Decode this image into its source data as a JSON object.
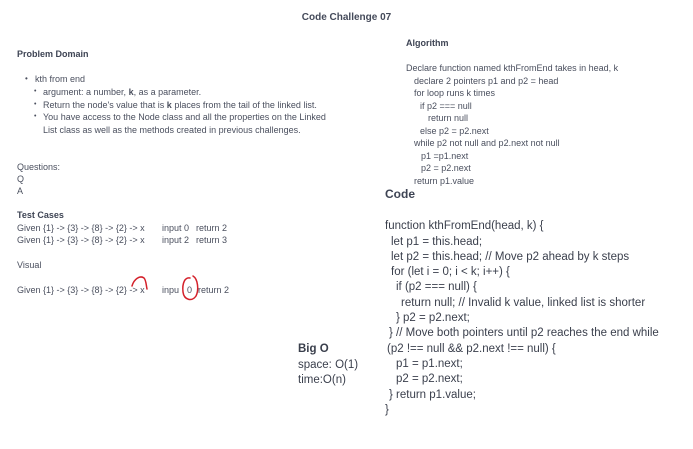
{
  "title": "Code Challenge 07",
  "problem_domain": {
    "heading": "Problem Domain",
    "bullet": "kth from end",
    "sub_bullets": [
      {
        "pre": "argument: a number, ",
        "bold": "k",
        "post": ", as a parameter."
      },
      {
        "pre": "Return the node's value that is ",
        "bold": "k",
        "post": " places from the tail of the linked list."
      },
      {
        "pre": "You have access to the Node class and all the properties on the Linked List class as well as the methods created in previous challenges.",
        "bold": "",
        "post": ""
      }
    ]
  },
  "questions": {
    "heading": "Questions:",
    "lines": [
      "Q",
      "A"
    ]
  },
  "test_cases": {
    "heading": "Test Cases",
    "rows": [
      {
        "given": "Given {1} -> {3} -> {8} -> {2} -> x",
        "input": "input 0",
        "return": "return 2"
      },
      {
        "given": "Given {1} -> {3} -> {8} -> {2} -> x",
        "input": "input 2",
        "return": "return 3"
      }
    ]
  },
  "visual": {
    "heading": "Visual",
    "given": "Given {1} -> {3} -> {8} -> {2} -> x",
    "input_pre": "inpu",
    "input_val": "0",
    "return": "return 2",
    "annotation_color": "#d4202a"
  },
  "algorithm": {
    "heading": "Algorithm",
    "lines": [
      "Declare function named kthFromEnd takes in head, k",
      "declare 2 pointers p1 and p2 = head",
      "for loop runs k times",
      "if p2 === null",
      "return null",
      "else p2 = p2.next",
      "while p2 not null and p2.next not null",
      "p1 =p1.next",
      "p2 = p2.next",
      "return p1.value"
    ]
  },
  "code": {
    "heading": "Code",
    "lines": [
      "function kthFromEnd(head, k) {",
      "let p1 = this.head;",
      "let p2 = this.head;  // Move p2 ahead by k steps",
      "for (let i = 0; i < k; i++) {",
      "if (p2 === null) {",
      "return null; // Invalid k value, linked list is shorter",
      "}    p2 = p2.next;",
      "}  // Move both pointers until p2 reaches the end while",
      "(p2 !== null && p2.next !== null) {",
      "p1 = p1.next;",
      "p2 = p2.next;",
      "}  return p1.value;",
      "}"
    ]
  },
  "big_o": {
    "heading": "Big O",
    "space": "space: O(1)",
    "time": "time:O(n)"
  }
}
